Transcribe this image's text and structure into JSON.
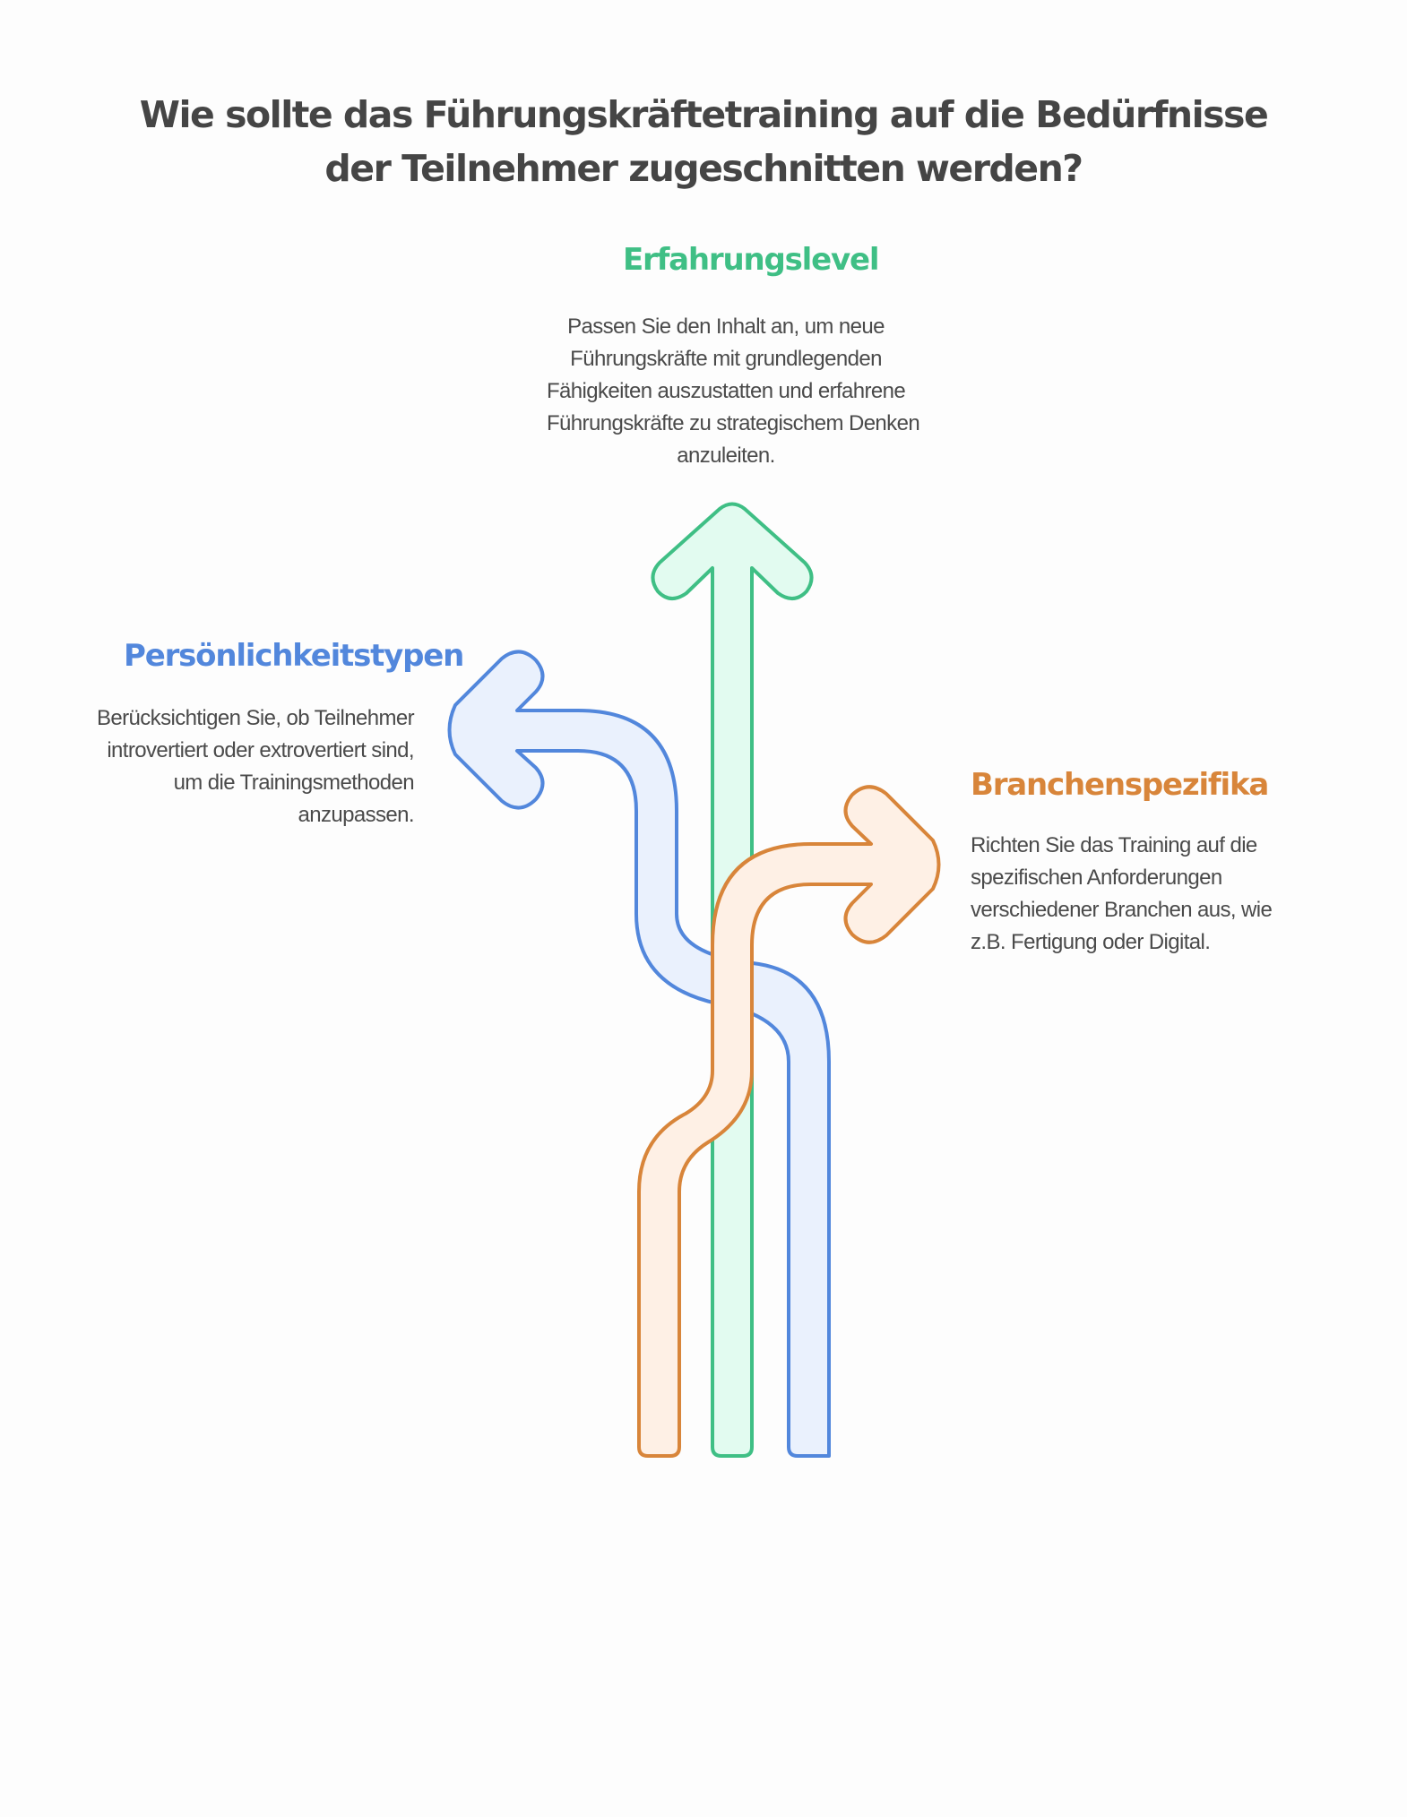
{
  "title": {
    "line1": "Wie sollte das Führungskräftetraining auf die Bedürfnisse",
    "line2": "der Teilnehmer zugeschnitten werden?"
  },
  "branches": {
    "erfahrung": {
      "heading": "Erfahrungslevel",
      "color": "#3fbf85",
      "fill": "#e2fbf0",
      "lines": [
        "Passen Sie den Inhalt an, um neue",
        "Führungskräfte mit grundlegenden",
        "Fähigkeiten auszustatten und erfahrene",
        "Führungskräfte zu strategischem Denken",
        "anzuleiten."
      ]
    },
    "persoenlichkeit": {
      "heading": "Persönlichkeitstypen",
      "color": "#5287dc",
      "fill": "#eaf1fd",
      "lines": [
        "Berücksichtigen Sie, ob Teilnehmer",
        "introvertiert oder extrovertiert sind,",
        "um die Trainingsmethoden",
        "anzupassen."
      ]
    },
    "branche": {
      "heading": "Branchenspezifika",
      "color": "#d8853a",
      "fill": "#fef0e5",
      "lines": [
        "Richten Sie das Training auf die",
        "spezifischen Anforderungen",
        "verschiedener Branchen aus, wie",
        "z.B. Fertigung oder Digital."
      ]
    }
  }
}
